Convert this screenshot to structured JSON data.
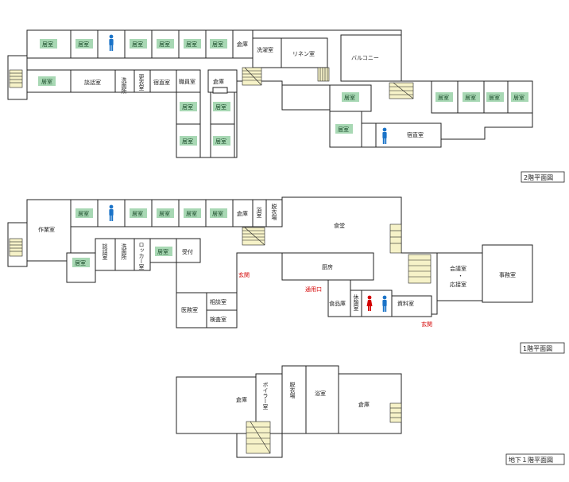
{
  "plans": {
    "f2": {
      "title": "2階平面図",
      "rooms": {
        "kyoshitsu": "居室",
        "soko1": "倉庫",
        "sentaku": "洗濯室",
        "linen": "リネン室",
        "balcony": "バルコニー",
        "danwa": "談話室",
        "senmen": "洗面所",
        "koui": "更衣室",
        "shukuchoku": "宿直室",
        "shokuin": "職員室",
        "soko2": "倉庫",
        "shukuchoku2": "宿直室"
      }
    },
    "f1": {
      "title": "1階平面図",
      "rooms": {
        "kyoshitsu": "居室",
        "sagyo": "作業室",
        "soko": "倉庫",
        "yoku": "浴室",
        "datsui": "脱衣場",
        "shokudo": "食堂",
        "danwa": "談話室",
        "senmen": "洗面所",
        "rouka": "ロッカー室",
        "uketsuke": "受付",
        "genkan": "玄関",
        "chubo": "厨房",
        "tsuyoguchi": "通用口",
        "shokuhin": "食品庫",
        "kyukei": "休憩室",
        "shiryo": "資料室",
        "genkan2": "玄関",
        "kaigi": "会議室",
        "dot": "・",
        "osetsu": "応接室",
        "jimu": "事務室",
        "iryo": "医務室",
        "sodan": "相談室",
        "kensa": "検査室"
      }
    },
    "b1": {
      "title": "地下１階平面図",
      "rooms": {
        "soko1": "倉庫",
        "boiler": "ボイラー室",
        "datsui": "脱衣場",
        "yoku": "浴室",
        "soko2": "倉庫"
      }
    }
  },
  "colors": {
    "room_fill": "#a8d8b4",
    "female": "#d40000",
    "male": "#1a73c8",
    "stair": "#f6f2c8"
  },
  "icons": {
    "male": "male-person-icon",
    "female": "female-person-icon",
    "stairs": "stairs-icon"
  }
}
